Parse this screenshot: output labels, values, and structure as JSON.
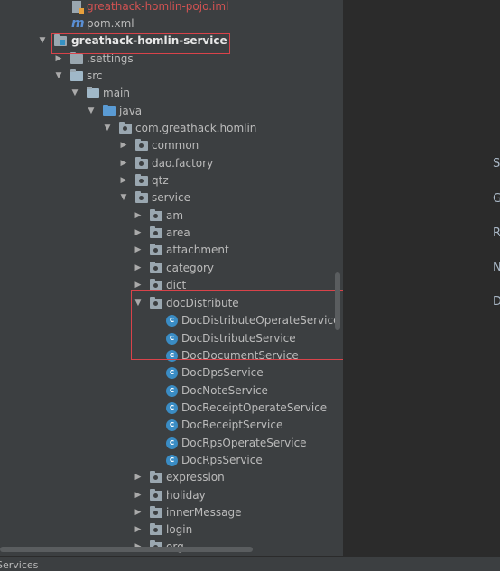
{
  "tree": {
    "iml_file": "greathack-homlin-pojo.iml",
    "pom_file": "pom.xml",
    "module": "greathack-homlin-service",
    "settings": ".settings",
    "src": "src",
    "main": "main",
    "java": "java",
    "package": "com.greathack.homlin",
    "subpackages": [
      "common",
      "dao.factory",
      "qtz"
    ],
    "service": "service",
    "service_children": [
      "am",
      "area",
      "attachment",
      "category",
      "dict"
    ],
    "doc_distribute": "docDistribute",
    "classes": [
      "DocDistributeOperateService",
      "DocDistributeService",
      "DocDocumentService",
      "DocDpsService",
      "DocNoteService",
      "DocReceiptOperateService",
      "DocReceiptService",
      "DocRpsOperateService",
      "DocRpsService"
    ],
    "service_more": [
      "expression",
      "holiday",
      "innerMessage",
      "login",
      "org"
    ]
  },
  "editor_hints": [
    "S",
    "G",
    "R",
    "N",
    "D"
  ],
  "bottom": {
    "label": "Services"
  },
  "icons": {
    "folder": "folder-icon",
    "package": "package-icon",
    "class": "class-icon",
    "arrow_expanded": "▼",
    "arrow_collapsed": "▶",
    "class_letter": "c",
    "maven_letter": "m"
  },
  "colors": {
    "panel": "#3c3f41",
    "editor": "#2b2b2b",
    "highlight": "#d9434a",
    "class_icon": "#3a8cc4",
    "red_text": "#d25252"
  }
}
